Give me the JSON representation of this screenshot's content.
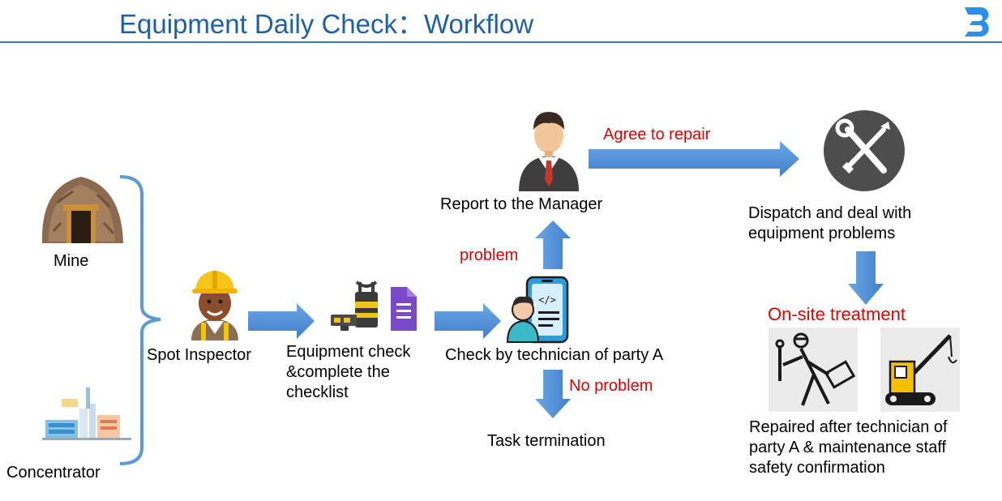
{
  "header": {
    "title": "Equipment Daily Check：Workflow",
    "logo_letter": "B"
  },
  "sources": {
    "mine": "Mine",
    "concentrator": "Concentrator"
  },
  "steps": {
    "inspector": "Spot Inspector",
    "check_line1": "Equipment check",
    "check_line2": "&complete the",
    "check_line3": "checklist",
    "technician": "Check by technician of party A",
    "manager": "Report to the  Manager",
    "termination": "Task termination",
    "dispatch_line1": "Dispatch and deal with",
    "dispatch_line2": "equipment problems",
    "repaired_line1": "Repaired after  technician of",
    "repaired_line2": "party A & maintenance staff",
    "repaired_line3": "safety confirmation"
  },
  "decisions": {
    "problem": "problem",
    "no_problem": "No problem",
    "agree": "Agree to repair",
    "onsite": "On-site treatment"
  },
  "colors": {
    "title": "#1f5fa8",
    "arrow": "#4f8fd6",
    "decision": "#e60000",
    "bracket": "#5b9bd5"
  }
}
